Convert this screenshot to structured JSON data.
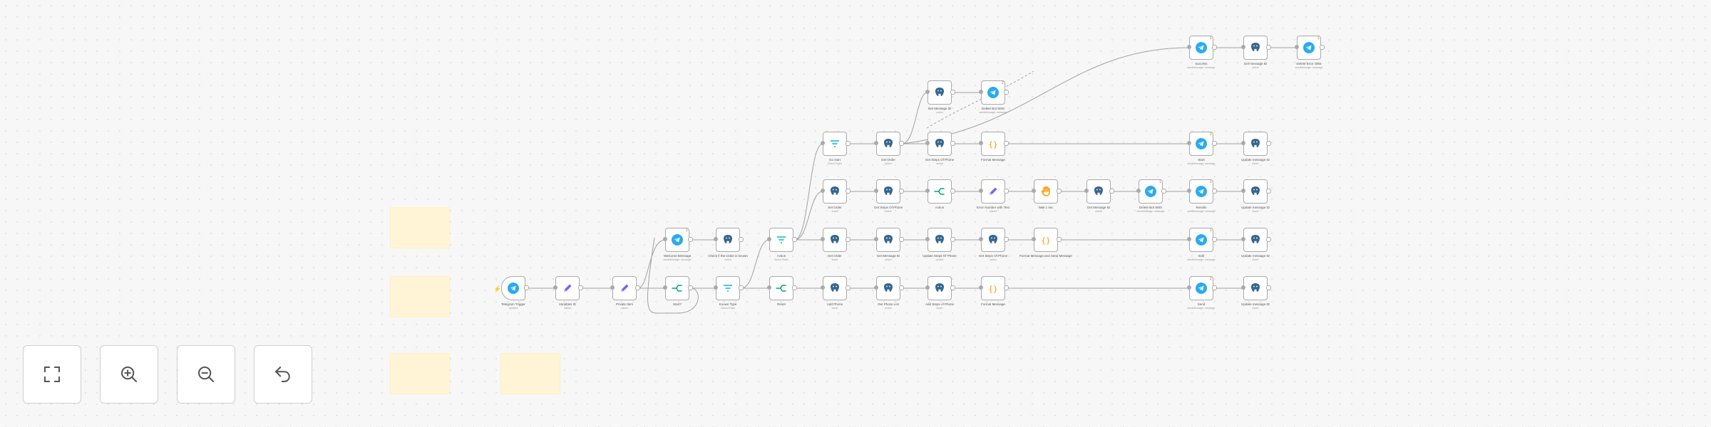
{
  "canvas": {
    "colors": {
      "telegram": "#2aabee",
      "postgres": "#336791",
      "edit": "#7b61ff",
      "filter": "#00b8d4",
      "router": "#00a86b",
      "code": "#ff9800",
      "wait": "#ff9800",
      "edge": "#a0a0a0",
      "trigger_mark": "#ff6d5a"
    },
    "nodes": [
      {
        "id": "n1",
        "icon": "telegram",
        "label": "Telegram Trigger",
        "sub": "updates",
        "trigger": true,
        "badge": ""
      },
      {
        "id": "n2",
        "icon": "edit",
        "label": "Variables ID",
        "sub": "values",
        "badge": ""
      },
      {
        "id": "n3",
        "icon": "edit",
        "label": "Private Item",
        "sub": "values",
        "badge": ""
      },
      {
        "id": "n4",
        "icon": "telegram",
        "label": "Welcome Message",
        "sub": "sendMessage: message",
        "badge": "1"
      },
      {
        "id": "n5",
        "icon": "postgres",
        "label": "Check if the visitor is known",
        "sub": "select",
        "badge": ""
      },
      {
        "id": "n6",
        "icon": "router",
        "label": "Start?",
        "sub": "",
        "badge": ""
      },
      {
        "id": "n7",
        "icon": "filter",
        "label": "Known Type",
        "sub": "Check Rules",
        "badge": ""
      },
      {
        "id": "n8",
        "icon": "filter",
        "label": "Action",
        "sub": "Check Rules",
        "badge": ""
      },
      {
        "id": "n9",
        "icon": "router",
        "label": "Reset",
        "sub": "",
        "badge": ""
      },
      {
        "id": "n10",
        "icon": "filter",
        "label": "Go start",
        "sub": "Check Rules",
        "badge": ""
      },
      {
        "id": "n11",
        "icon": "postgres",
        "label": "Get Order",
        "sub": "select",
        "badge": ""
      },
      {
        "id": "n12",
        "icon": "postgres",
        "label": "Get Message ID",
        "sub": "select",
        "badge": ""
      },
      {
        "id": "n13",
        "icon": "telegram",
        "label": "Delete Bot SMS",
        "sub": "sendMessage: message",
        "badge": "1"
      },
      {
        "id": "n14",
        "icon": "postgres",
        "label": "Get Steps Of Phone",
        "sub": "select",
        "badge": ""
      },
      {
        "id": "n15",
        "icon": "code",
        "label": "Format Message",
        "sub": "",
        "badge": ""
      },
      {
        "id": "n16",
        "icon": "telegram",
        "label": "Start",
        "sub": "sendMessage: message",
        "badge": "1"
      },
      {
        "id": "n17",
        "icon": "postgres",
        "label": "Update message ID",
        "sub": "insert",
        "badge": ""
      },
      {
        "id": "n18",
        "icon": "postgres",
        "label": "Set Order",
        "sub": "insert",
        "badge": ""
      },
      {
        "id": "n19",
        "icon": "postgres",
        "label": "Get Steps Of Phone",
        "sub": "select",
        "badge": ""
      },
      {
        "id": "n20",
        "icon": "router",
        "label": "Action",
        "sub": "",
        "badge": ""
      },
      {
        "id": "n21",
        "icon": "edit",
        "label": "Error Number with Text",
        "sub": "values",
        "badge": ""
      },
      {
        "id": "n22",
        "icon": "wait",
        "label": "Wait 1 sec",
        "sub": "",
        "badge": ""
      },
      {
        "id": "n23",
        "icon": "postgres",
        "label": "Get Message ID",
        "sub": "select",
        "badge": ""
      },
      {
        "id": "n24",
        "icon": "telegram",
        "label": "Delete Bot SMS",
        "sub": "sendMessage: message",
        "badge": "1"
      },
      {
        "id": "n25",
        "icon": "telegram",
        "label": "Results",
        "sub": "sendMessage: message",
        "badge": "1"
      },
      {
        "id": "n26",
        "icon": "postgres",
        "label": "Update message ID",
        "sub": "insert",
        "badge": ""
      },
      {
        "id": "n27",
        "icon": "postgres",
        "label": "Set Order",
        "sub": "insert",
        "badge": ""
      },
      {
        "id": "n28",
        "icon": "postgres",
        "label": "Get Message ID",
        "sub": "select",
        "badge": ""
      },
      {
        "id": "n29",
        "icon": "postgres",
        "label": "Update Steps Of Phone",
        "sub": "update",
        "badge": ""
      },
      {
        "id": "n30",
        "icon": "postgres",
        "label": "Get Steps Of Phone",
        "sub": "select",
        "badge": ""
      },
      {
        "id": "n31",
        "icon": "code",
        "label": "Format Message and Send Message",
        "sub": "",
        "badge": ""
      },
      {
        "id": "n32",
        "icon": "telegram",
        "label": "Edit",
        "sub": "sendMessage: message",
        "badge": "1"
      },
      {
        "id": "n33",
        "icon": "postgres",
        "label": "Update message ID",
        "sub": "insert",
        "badge": ""
      },
      {
        "id": "n34",
        "icon": "postgres",
        "label": "Add Phone",
        "sub": "insert",
        "badge": ""
      },
      {
        "id": "n35",
        "icon": "postgres",
        "label": "Get Phone List",
        "sub": "select",
        "badge": ""
      },
      {
        "id": "n36",
        "icon": "postgres",
        "label": "Add Steps of Phone",
        "sub": "insert",
        "badge": ""
      },
      {
        "id": "n37",
        "icon": "code",
        "label": "Format Message",
        "sub": "",
        "badge": ""
      },
      {
        "id": "n38",
        "icon": "telegram",
        "label": "Send",
        "sub": "sendMessage: message",
        "badge": "1"
      },
      {
        "id": "n39",
        "icon": "postgres",
        "label": "Update message ID",
        "sub": "insert",
        "badge": ""
      },
      {
        "id": "n40",
        "icon": "telegram",
        "label": "Success",
        "sub": "sendMessage: message",
        "badge": "1"
      },
      {
        "id": "n41",
        "icon": "postgres",
        "label": "Get message ID",
        "sub": "select",
        "badge": ""
      },
      {
        "id": "n42",
        "icon": "telegram",
        "label": "Delete Error SMS",
        "sub": "sendMessage: message",
        "badge": "1"
      }
    ]
  },
  "controls": {
    "fit_view": "fit-view",
    "zoom_in": "zoom-in",
    "zoom_out": "zoom-out",
    "undo": "undo"
  }
}
